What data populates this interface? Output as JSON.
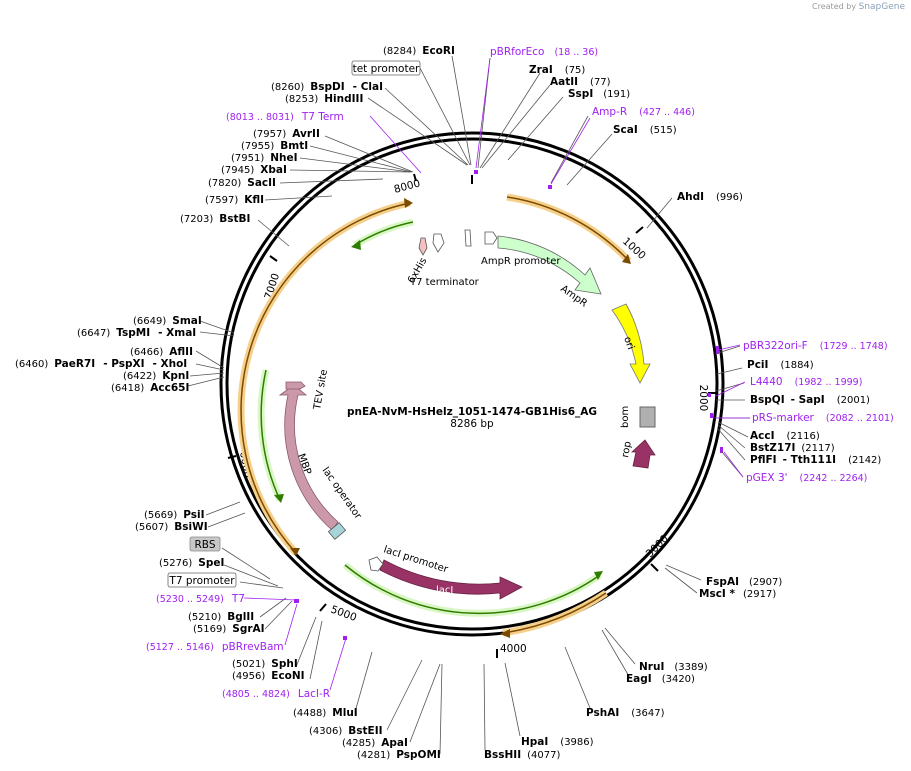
{
  "credit": {
    "prefix": "Created by",
    "brand": "SnapGene"
  },
  "plasmid": {
    "name": "pnEA-NvM-HsHelz_1051-1474-GB1His6_AG",
    "length_label": "8286 bp",
    "length": 8286
  },
  "ticks": [
    {
      "label": "1000",
      "pos": 1000
    },
    {
      "label": "2000",
      "pos": 2000
    },
    {
      "label": "3000",
      "pos": 3000
    },
    {
      "label": "4000",
      "pos": 4000
    },
    {
      "label": "5000",
      "pos": 5000
    },
    {
      "label": "6000",
      "pos": 6000
    },
    {
      "label": "7000",
      "pos": 7000
    },
    {
      "label": "8000",
      "pos": 8000
    }
  ],
  "features": [
    {
      "name": "AmpR promoter"
    },
    {
      "name": "AmpR"
    },
    {
      "name": "ori"
    },
    {
      "name": "bom"
    },
    {
      "name": "rop"
    },
    {
      "name": "lacI"
    },
    {
      "name": "lacI promoter"
    },
    {
      "name": "lac operator"
    },
    {
      "name": "MBP"
    },
    {
      "name": "TEV site"
    },
    {
      "name": "6xHis"
    },
    {
      "name": "T7 terminator"
    }
  ],
  "enzymes_right": [
    {
      "name": "EcoRI",
      "pos": "(8284)",
      "type": "site"
    },
    {
      "name": "pBRforEco",
      "pos": "(18 .. 36)",
      "type": "primer"
    },
    {
      "name": "ZraI",
      "pos": "(75)",
      "type": "site"
    },
    {
      "name": "AatII",
      "pos": "(77)",
      "type": "site"
    },
    {
      "name": "SspI",
      "pos": "(191)",
      "type": "site"
    },
    {
      "name": "Amp-R",
      "pos": "(427 .. 446)",
      "type": "primer"
    },
    {
      "name": "ScaI",
      "pos": "(515)",
      "type": "site"
    },
    {
      "name": "AhdI",
      "pos": "(996)",
      "type": "site"
    },
    {
      "name": "pBR322ori-F",
      "pos": "(1729 .. 1748)",
      "type": "primer"
    },
    {
      "name": "PciI",
      "pos": "(1884)",
      "type": "site"
    },
    {
      "name": "L4440",
      "pos": "(1982 .. 1999)",
      "type": "primer"
    },
    {
      "name": "BspQI",
      "extra": "SapI",
      "pos": "(2001)",
      "type": "site"
    },
    {
      "name": "pRS-marker",
      "pos": "(2082 .. 2101)",
      "type": "primer"
    },
    {
      "name": "AccI",
      "pos": "(2116)",
      "type": "site"
    },
    {
      "name": "BstZ17I",
      "pos": "(2117)",
      "type": "site"
    },
    {
      "name": "PflFI",
      "extra": "Tth111I",
      "pos": "(2142)",
      "type": "site"
    },
    {
      "name": "pGEX 3'",
      "pos": "(2242 .. 2264)",
      "type": "primer"
    },
    {
      "name": "FspAI",
      "pos": "(2907)",
      "type": "site"
    },
    {
      "name": "MscI *",
      "pos": "(2917)",
      "type": "site"
    },
    {
      "name": "NruI",
      "pos": "(3389)",
      "type": "site"
    },
    {
      "name": "EagI",
      "pos": "(3420)",
      "type": "site"
    },
    {
      "name": "PshAI",
      "pos": "(3647)",
      "type": "site"
    },
    {
      "name": "HpaI",
      "pos": "(3986)",
      "type": "site"
    },
    {
      "name": "BssHII",
      "pos": "(4077)",
      "type": "site"
    }
  ],
  "enzymes_left": [
    {
      "name": "tet promoter",
      "type": "boxed"
    },
    {
      "name": "BspDI",
      "extra": "ClaI",
      "pos": "(8260)",
      "type": "site"
    },
    {
      "name": "HindIII",
      "pos": "(8253)",
      "type": "site"
    },
    {
      "name": "T7 Term",
      "pos": "(8013 .. 8031)",
      "type": "primer"
    },
    {
      "name": "AvrII",
      "pos": "(7957)",
      "type": "site"
    },
    {
      "name": "BmtI",
      "pos": "(7955)",
      "type": "site"
    },
    {
      "name": "NheI",
      "pos": "(7951)",
      "type": "site"
    },
    {
      "name": "XbaI",
      "pos": "(7945)",
      "type": "site"
    },
    {
      "name": "SacII",
      "pos": "(7820)",
      "type": "site"
    },
    {
      "name": "KflI",
      "pos": "(7597)",
      "type": "site"
    },
    {
      "name": "BstBI",
      "pos": "(7203)",
      "type": "site"
    },
    {
      "name": "SmaI",
      "pos": "(6649)",
      "type": "site"
    },
    {
      "name": "TspMI",
      "extra": "XmaI",
      "pos": "(6647)",
      "type": "site"
    },
    {
      "name": "AflII",
      "pos": "(6466)",
      "type": "site"
    },
    {
      "name": "PaeR7I",
      "extra": "PspXI",
      "extra2": "XhoI",
      "pos": "(6460)",
      "type": "site"
    },
    {
      "name": "KpnI",
      "pos": "(6422)",
      "type": "site"
    },
    {
      "name": "Acc65I",
      "pos": "(6418)",
      "type": "site"
    },
    {
      "name": "PsiI",
      "pos": "(5669)",
      "type": "site"
    },
    {
      "name": "BsiWI",
      "pos": "(5607)",
      "type": "site"
    },
    {
      "name": "RBS",
      "type": "boxed-gray"
    },
    {
      "name": "SpeI",
      "pos": "(5276)",
      "type": "site"
    },
    {
      "name": "T7 promoter",
      "type": "boxed"
    },
    {
      "name": "T7",
      "pos": "(5230 .. 5249)",
      "type": "primer"
    },
    {
      "name": "BglII",
      "pos": "(5210)",
      "type": "site"
    },
    {
      "name": "SgrAI",
      "pos": "(5169)",
      "type": "site"
    },
    {
      "name": "pBRrevBam",
      "pos": "(5127 .. 5146)",
      "type": "primer"
    },
    {
      "name": "SphI",
      "pos": "(5021)",
      "type": "site"
    },
    {
      "name": "EcoNI",
      "pos": "(4956)",
      "type": "site"
    },
    {
      "name": "LacI-R",
      "pos": "(4805 .. 4824)",
      "type": "primer"
    },
    {
      "name": "MluI",
      "pos": "(4488)",
      "type": "site"
    },
    {
      "name": "BstEII",
      "pos": "(4306)",
      "type": "site"
    },
    {
      "name": "ApaI",
      "pos": "(4285)",
      "type": "site"
    },
    {
      "name": "PspOMI",
      "pos": "(4281)",
      "type": "site"
    }
  ],
  "colors": {
    "primer": "#a020f0",
    "ampr": "#ccffcc",
    "ori": "#ffff00",
    "laci": "#993366",
    "mbp": "#cc99aa",
    "orf": "#f0c060",
    "green_arrow": "#339900"
  }
}
